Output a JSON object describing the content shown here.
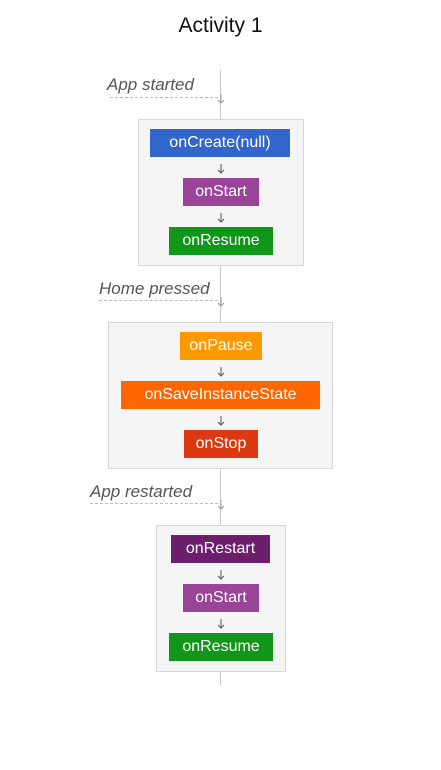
{
  "title": "Activity 1",
  "events": [
    {
      "label": "App started"
    },
    {
      "label": "Home pressed"
    },
    {
      "label": "App restarted"
    }
  ],
  "groups": [
    {
      "steps": [
        {
          "label": "onCreate(null)",
          "color": "#3366cc"
        },
        {
          "label": "onStart",
          "color": "#994499"
        },
        {
          "label": "onResume",
          "color": "#109618"
        }
      ]
    },
    {
      "steps": [
        {
          "label": "onPause",
          "color": "#ff9900"
        },
        {
          "label": "onSaveInstanceState",
          "color": "#ff6600"
        },
        {
          "label": "onStop",
          "color": "#dc3912"
        }
      ]
    },
    {
      "steps": [
        {
          "label": "onRestart",
          "color": "#6d1f6e"
        },
        {
          "label": "onStart",
          "color": "#994499"
        },
        {
          "label": "onResume",
          "color": "#109618"
        }
      ]
    }
  ]
}
